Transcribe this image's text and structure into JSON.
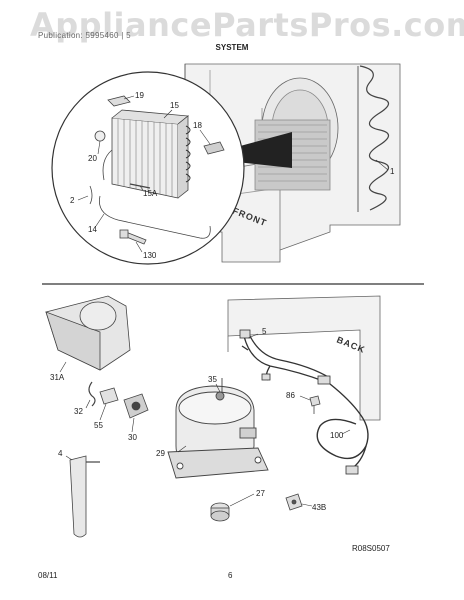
{
  "header": {
    "watermark": "AppliancePartsPros.com",
    "subtitle": "Publication: 5995460 | 5",
    "section_title": "SYSTEM"
  },
  "callouts": {
    "c1": "1",
    "c2": "2",
    "c4": "4",
    "c5": "5",
    "c14": "14",
    "c15": "15",
    "c15a": "15A",
    "c18": "18",
    "c19": "19",
    "c20": "20",
    "c27": "27",
    "c29": "29",
    "c30": "30",
    "c31a": "31A",
    "c32": "32",
    "c35": "35",
    "c43b": "43B",
    "c55": "55",
    "c86": "86",
    "c100": "100",
    "c130": "130"
  },
  "labels": {
    "front": "FRONT",
    "back": "BACK"
  },
  "figure_code": "R08S0507",
  "footer": {
    "date": "08/11",
    "page": "6"
  }
}
